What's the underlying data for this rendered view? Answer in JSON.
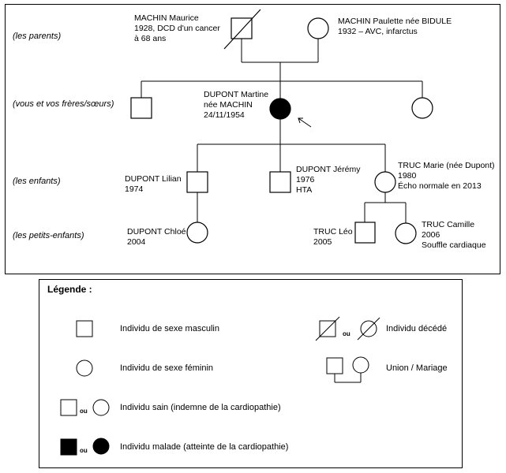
{
  "generations": {
    "parents": "(les parents)",
    "siblings": "(vous et vos frères/sœurs)",
    "children": "(les enfants)",
    "grandchildren": "(les petits-enfants)"
  },
  "people": {
    "maurice": [
      "MACHIN Maurice",
      "1928, DCD d'un cancer",
      "à 68 ans"
    ],
    "paulette": [
      "MACHIN Paulette née BIDULE",
      "1932 – AVC, infarctus"
    ],
    "martine": [
      "DUPONT Martine",
      "née MACHIN",
      "24/11/1954"
    ],
    "lilian": [
      "DUPONT Lilian",
      "1974"
    ],
    "jeremy": [
      "DUPONT Jérémy",
      "1976",
      "HTA"
    ],
    "marie": [
      "TRUC Marie (née Dupont)",
      "1980",
      "Écho normale en 2013"
    ],
    "chloe": [
      "DUPONT Chloé",
      "2004"
    ],
    "leo": [
      "TRUC Léo",
      "2005"
    ],
    "camille": [
      "TRUC Camille",
      "2006",
      "Souffle cardiaque"
    ]
  },
  "legend": {
    "title": "Légende :",
    "or": "ou",
    "male": "Individu de sexe masculin",
    "female": "Individu de sexe féminin",
    "healthy": "Individu sain (indemne de la cardiopathie)",
    "affected": "Individu malade (atteinte de la cardiopathie)",
    "deceased": "Individu décédé",
    "union": "Union / Mariage"
  }
}
